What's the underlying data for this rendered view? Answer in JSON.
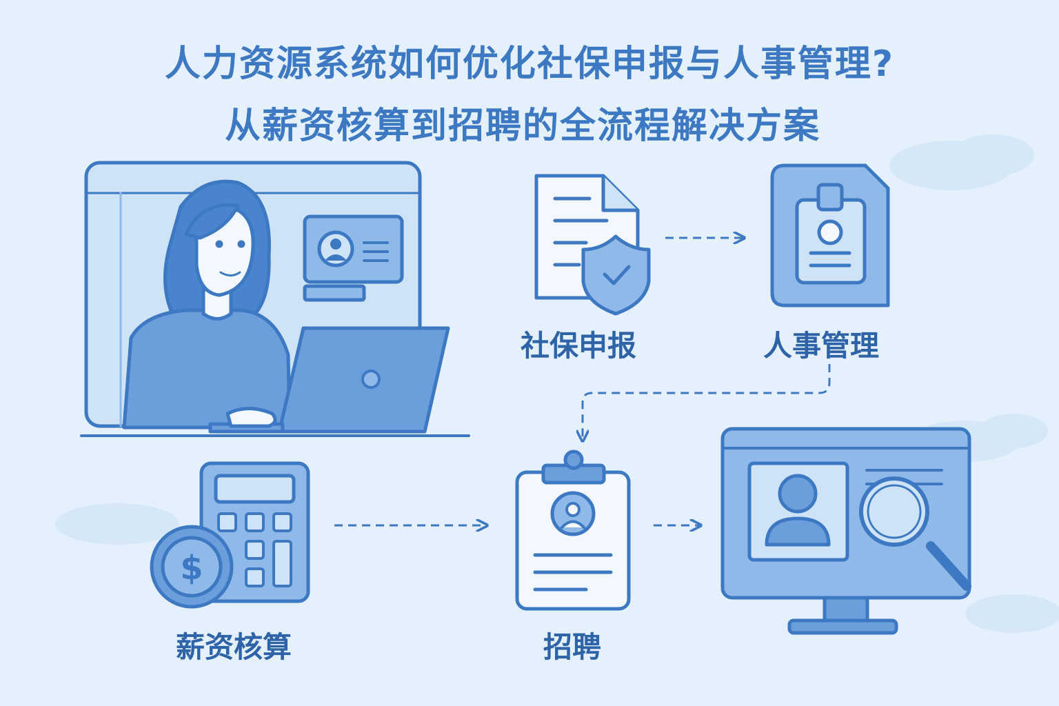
{
  "title": {
    "line1": "人力资源系统如何优化社保申报与人事管理?",
    "line2": "从薪资核算到招聘的全流程解决方案"
  },
  "steps": {
    "social_insurance": "社保申报",
    "personnel": "人事管理",
    "payroll": "薪资核算",
    "recruitment": "招聘"
  },
  "icons": [
    "document-shield-icon",
    "id-badge-icon",
    "calculator-dollar-icon",
    "clipboard-resume-icon",
    "monitor-search-icon",
    "woman-laptop-illustration"
  ],
  "colors": {
    "background": "#e4f1fc",
    "primary": "#3d78c2",
    "fill_light": "#cfe3f7",
    "fill_mid": "#8fb9e8",
    "fill_dark": "#5b93d4"
  }
}
